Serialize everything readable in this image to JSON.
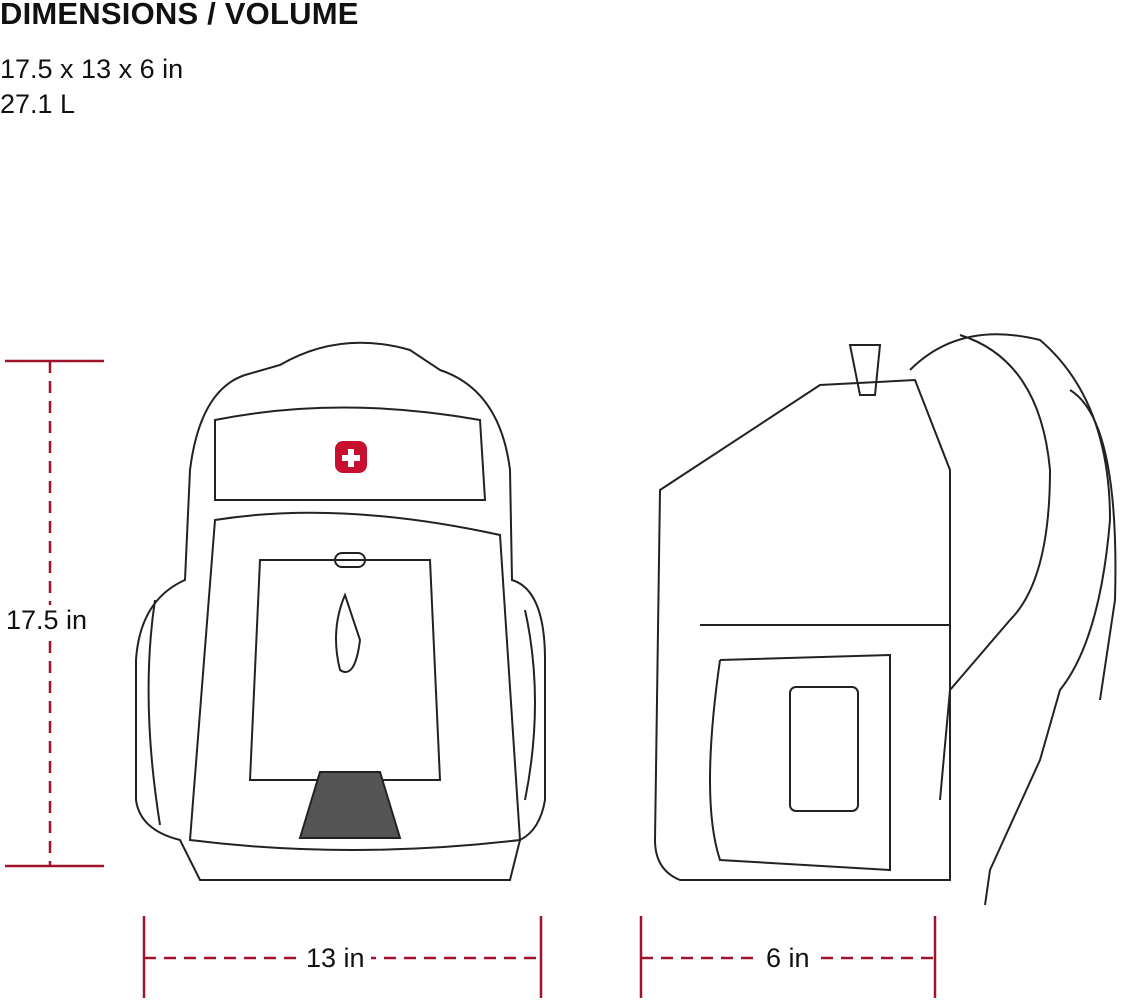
{
  "heading": "DIMENSIONS / VOLUME",
  "specs": {
    "size": "17.5 x 13 x 6 in",
    "volume": "27.1 L"
  },
  "dimensions": {
    "height": "17.5 in",
    "width": "13 in",
    "depth": "6 in"
  },
  "colors": {
    "dimension_line": "#a0122d",
    "logo": "#c8102e",
    "outline": "#222222"
  }
}
